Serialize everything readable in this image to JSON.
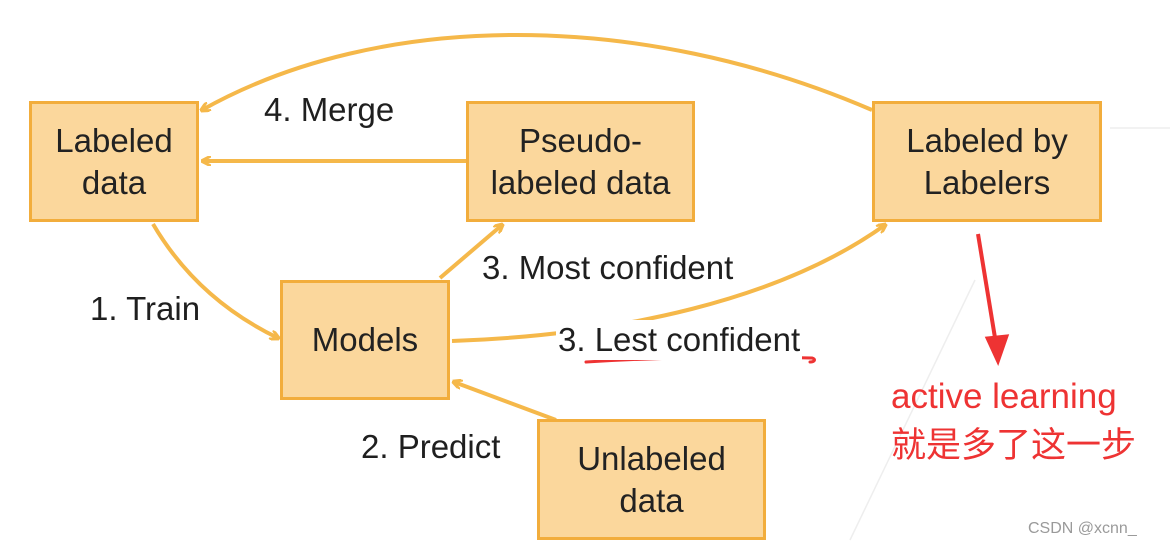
{
  "diagram": {
    "nodes": {
      "labeled_data": "Labeled\ndata",
      "pseudo_labeled_data": "Pseudo-\nlabeled data",
      "labeled_by_labelers": "Labeled by\nLabelers",
      "models": "Models",
      "unlabeled_data": "Unlabeled\ndata"
    },
    "edges": {
      "train": "1. Train",
      "predict": "2. Predict",
      "most_confident": "3. Most confident",
      "least_confident_prefix": "3. ",
      "least_confident_text": "Lest confident",
      "merge": "4. Merge"
    }
  },
  "annotation": {
    "line1": "active learning",
    "line2": "就是多了这一步",
    "color": "#ee3333"
  },
  "watermark": "CSDN @xcnn_",
  "colors": {
    "node_fill": "#fbd79c",
    "node_border": "#f2ad3c",
    "arrow": "#f5b84a"
  }
}
